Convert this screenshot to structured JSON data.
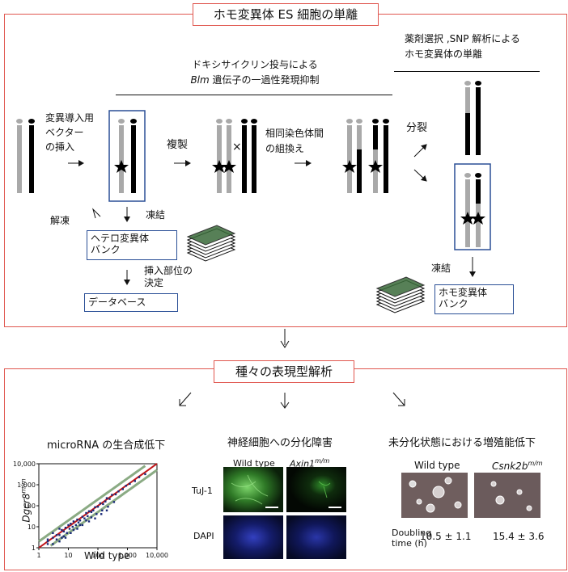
{
  "top": {
    "title": "ホモ変異体 ES 細胞の単離",
    "dox_line1": "ドキシサイクリン投与による",
    "dox_line2_italic": "Blm",
    "dox_line2_rest": " 遺伝子の一過性発現抑制",
    "select_line1": "薬剤選択 ,SNP 解析による",
    "select_line2": "ホモ変異体の単離",
    "vector_line1": "変異導入用",
    "vector_line2": "ベクター",
    "vector_line3": "の挿入",
    "replication": "複製",
    "cross": "×",
    "recomb_line1": "相同染色体間",
    "recomb_line2": "の組換え",
    "division": "分裂",
    "thaw": "解凍",
    "freeze1": "凍結",
    "hetero_bank_line1": "ヘテロ変異体",
    "hetero_bank_line2": "バンク",
    "insert_site_line1": "挿入部位の",
    "insert_site_line2": "決定",
    "database": "データベース",
    "freeze2": "凍結",
    "homo_bank_line1": "ホモ変異体",
    "homo_bank_line2": "バンク"
  },
  "bottom": {
    "title": "種々の表現型解析",
    "panel1": {
      "title": "microRNA の生合成低下",
      "ylabel_main": "Dgcr8",
      "ylabel_sup": "m/m",
      "xlabel": "Wild type",
      "xticks": [
        "1",
        "10",
        "100",
        "1,000",
        "10,000"
      ],
      "yticks": [
        "10,000",
        "1,000",
        "100",
        "10",
        "1"
      ]
    },
    "panel2": {
      "title": "神経細胞への分化障害",
      "col1": "Wild type",
      "col2_main": "Axin1",
      "col2_sup": "m/m",
      "row1": "TuJ-1",
      "row2": "DAPI"
    },
    "panel3": {
      "title": "未分化状態における増殖能低下",
      "col1": "Wild type",
      "col2_main": "Csnk2b",
      "col2_sup": "m/m",
      "row_label_line1": "Doubling",
      "row_label_line2": "time (h)",
      "val1": "10.5  ±  1.1",
      "val2": "15.4  ±  3.6"
    }
  },
  "colors": {
    "frame": "#e0574f",
    "bank_box": "#2a4f96",
    "chromosome_gray": "#a9a9a9",
    "chromosome_black": "#000000",
    "fluor_green": "#3fa83a",
    "fluor_blue": "#2b37a8",
    "diag_red": "#c0161b",
    "diag_green": "#8bab84",
    "points": "#1a2a78"
  },
  "chart_data": {
    "type": "scatter",
    "title": "microRNA の生合成低下",
    "xlabel": "Wild type",
    "ylabel": "Dgcr8 m/m",
    "xscale": "log",
    "yscale": "log",
    "xlim": [
      1,
      10000
    ],
    "ylim": [
      1,
      10000
    ],
    "reference_lines": [
      "y = x (red)",
      "y = 2x / y = x/2 (green)"
    ],
    "series": [
      {
        "x": [
          2,
          3,
          3,
          4,
          5,
          5,
          6,
          7,
          8,
          9,
          10,
          11,
          12,
          14,
          15,
          18,
          20,
          22,
          25,
          30,
          35,
          40,
          45,
          50,
          60,
          70,
          80,
          100,
          120,
          150,
          180,
          200,
          250,
          300,
          400,
          500,
          700,
          900,
          1200,
          1800,
          2500,
          4000,
          3,
          6,
          9,
          15,
          25,
          40,
          60,
          90,
          140,
          220,
          350,
          2,
          4,
          7,
          12,
          20,
          30,
          50,
          80,
          130,
          200,
          2,
          5,
          8
        ],
        "y": [
          2,
          3,
          5,
          4,
          4,
          8,
          7,
          6,
          9,
          5,
          12,
          8,
          14,
          10,
          18,
          12,
          22,
          16,
          20,
          30,
          25,
          45,
          32,
          55,
          50,
          60,
          85,
          90,
          130,
          120,
          160,
          230,
          210,
          330,
          350,
          480,
          620,
          900,
          1100,
          1500,
          2300,
          3200,
          1.5,
          3,
          5,
          7,
          12,
          20,
          28,
          40,
          60,
          90,
          150,
          2.5,
          2.5,
          3.5,
          5,
          8,
          12,
          18,
          25,
          40,
          60,
          1.5,
          2,
          3
        ]
      }
    ]
  }
}
